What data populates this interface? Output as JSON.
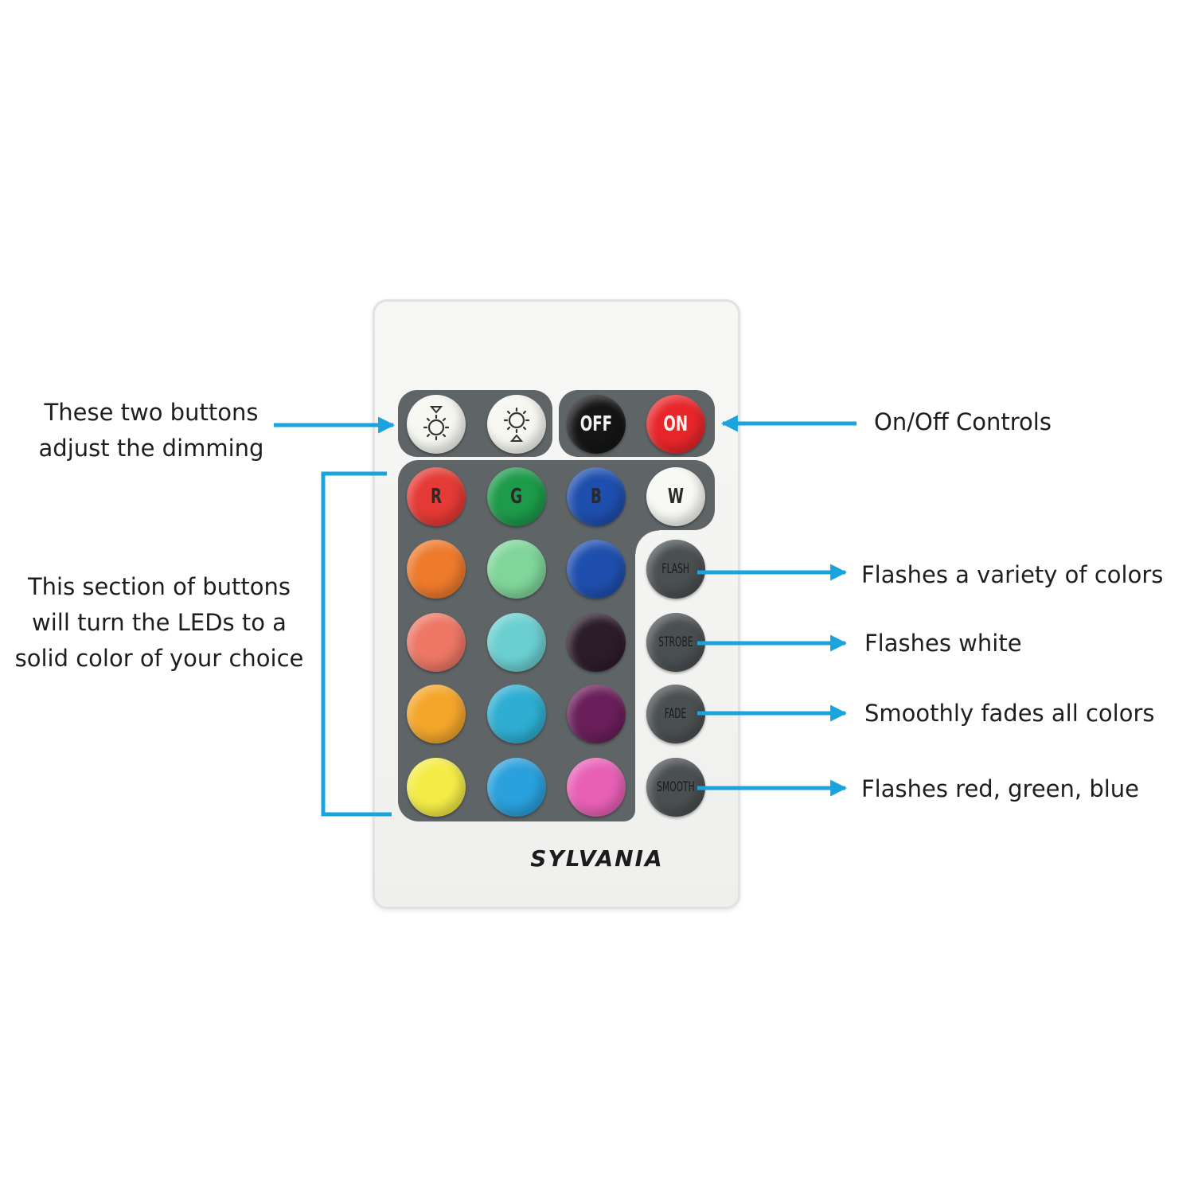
{
  "brand": "SYLVANIA",
  "accent_color": "#1aa3dc",
  "annotations": {
    "dimming": [
      "These two buttons",
      "adjust the dimming"
    ],
    "power": "On/Off Controls",
    "colors": [
      "This section of buttons",
      "will turn the LEDs to a",
      "solid color of your choice"
    ],
    "flash": "Flashes a variety of colors",
    "strobe": "Flashes white",
    "fade": "Smoothly fades all colors",
    "smooth": "Flashes red, green, blue"
  },
  "buttons": {
    "dim_down": {
      "icon": "brightness-down-icon",
      "color": "#f7f7f2"
    },
    "dim_up": {
      "icon": "brightness-up-icon",
      "color": "#f7f7f2"
    },
    "off": {
      "label": "OFF",
      "color": "#151515"
    },
    "on": {
      "label": "ON",
      "color": "#e8262a"
    },
    "r": {
      "label": "R",
      "color": "#e53a35"
    },
    "g": {
      "label": "G",
      "color": "#1d9a4a"
    },
    "b": {
      "label": "B",
      "color": "#1f4fae"
    },
    "w": {
      "label": "W",
      "color": "#f8f8f4"
    },
    "flash": {
      "label": "FLASH",
      "color": "#4a4f51"
    },
    "strobe": {
      "label": "STROBE",
      "color": "#4a4f51"
    },
    "fade": {
      "label": "FADE",
      "color": "#4a4f51"
    },
    "smooth": {
      "label": "SMOOTH",
      "color": "#4a4f51"
    }
  },
  "color_grid": [
    [
      "#ee7a2c",
      "#7fd59a",
      "#1f4fae"
    ],
    [
      "#ee7766",
      "#6bcfd0",
      "#2c1c2a"
    ],
    [
      "#f4a62a",
      "#2eaed2",
      "#6a1f5a"
    ],
    [
      "#f4ec46",
      "#2aa0dc",
      "#e860b6"
    ]
  ]
}
